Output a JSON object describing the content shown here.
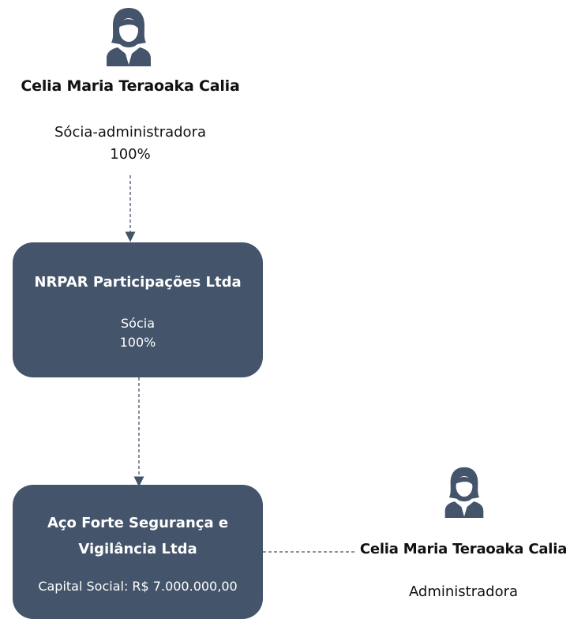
{
  "colors": {
    "box_fill": "#44546a",
    "icon_fill": "#44546a",
    "connector": "#44546a",
    "text": "#111111"
  },
  "top_person": {
    "icon": "businesswoman-icon",
    "name": "Celia Maria Teraoaka Calia",
    "role": "Sócia-administradora",
    "share": "100%"
  },
  "holding_box": {
    "title": "NRPAR Participações Ltda",
    "role": "Sócia",
    "share": "100%"
  },
  "company_box": {
    "title_line1": "Aço Forte Segurança e",
    "title_line2": "Vigilância Ltda",
    "capital": "Capital Social: R$ 7.000.000,00"
  },
  "side_person": {
    "icon": "businesswoman-icon",
    "name": "Celia Maria Teraoaka Calia",
    "role": "Administradora"
  }
}
